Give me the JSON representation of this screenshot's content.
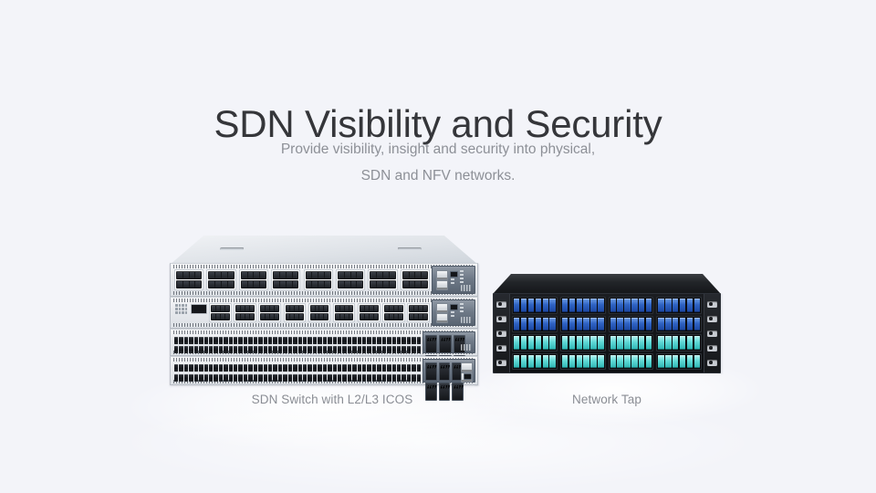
{
  "page": {
    "background_color": "#f3f4f9"
  },
  "hero": {
    "headline": "SDN Visibility and Security",
    "headline_color": "#35363a",
    "subline_color": "#8d9097",
    "subline_lines": [
      "Provide visibility, insight and security into physical,",
      "SDN and NFV networks."
    ]
  },
  "products": [
    {
      "id": "sdn-switch",
      "caption": "SDN Switch with L2/L3 ICOS",
      "device_type": "stacked rack switches",
      "unit_count": 4,
      "chassis_color": "#e8eaee",
      "accent_color": "#6f7a88"
    },
    {
      "id": "network-tap",
      "caption": "Network Tap",
      "device_type": "rack-mount fiber tap",
      "port_rows": 4,
      "chassis_color": "#16181c",
      "port_colors": {
        "upper": "#2f63c4",
        "lower": "#5fd8d5"
      }
    }
  ],
  "captions": {
    "color": "#8a8d94",
    "switch": "SDN Switch with L2/L3 ICOS",
    "tap": "Network Tap"
  }
}
